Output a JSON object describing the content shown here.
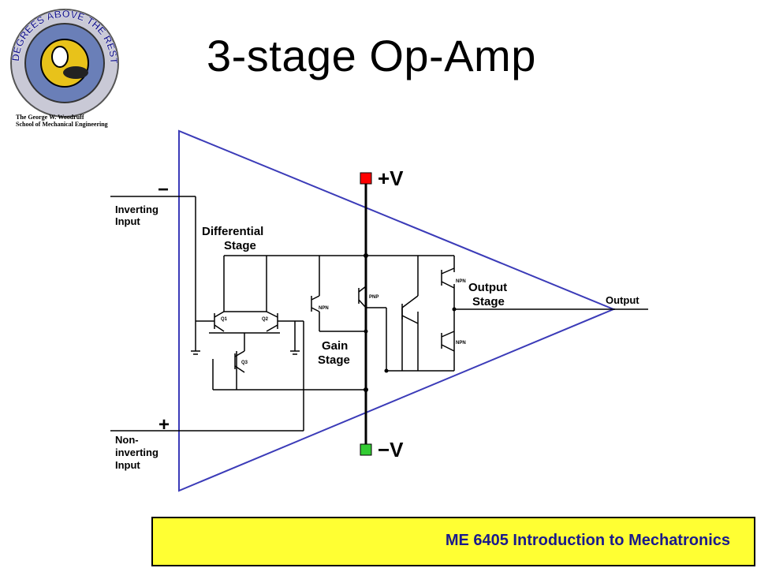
{
  "slide": {
    "title": "3-stage Op-Amp",
    "footer": "ME 6405  Introduction to Mechatronics"
  },
  "logo": {
    "arc_text": "DEGREES ABOVE THE REST",
    "caption_line1": "The George W. Woodruff",
    "caption_line2": "School of Mechanical Engineering"
  },
  "diagram": {
    "supply_pos": "+V",
    "supply_neg": "−V",
    "minus_sign": "−",
    "plus_sign": "+",
    "inverting_line1": "Inverting",
    "inverting_line2": "Input",
    "noninv_line1": "Non-",
    "noninv_line2": "inverting",
    "noninv_line3": "Input",
    "diff_line1": "Differential",
    "diff_line2": "Stage",
    "gain_line1": "Gain",
    "gain_line2": "Stage",
    "output_stage_line1": "Output",
    "output_stage_line2": "Stage",
    "output_label": "Output",
    "q1": "Q1",
    "q2": "Q2",
    "q3": "Q3",
    "npn": "NPN",
    "pnp": "PNP",
    "colors": {
      "triangle": "#3b3bb8",
      "pos_terminal": "#ff0000",
      "neg_terminal": "#33cc33",
      "footer_bg": "#ffff33",
      "footer_text": "#1a1a8c"
    }
  }
}
